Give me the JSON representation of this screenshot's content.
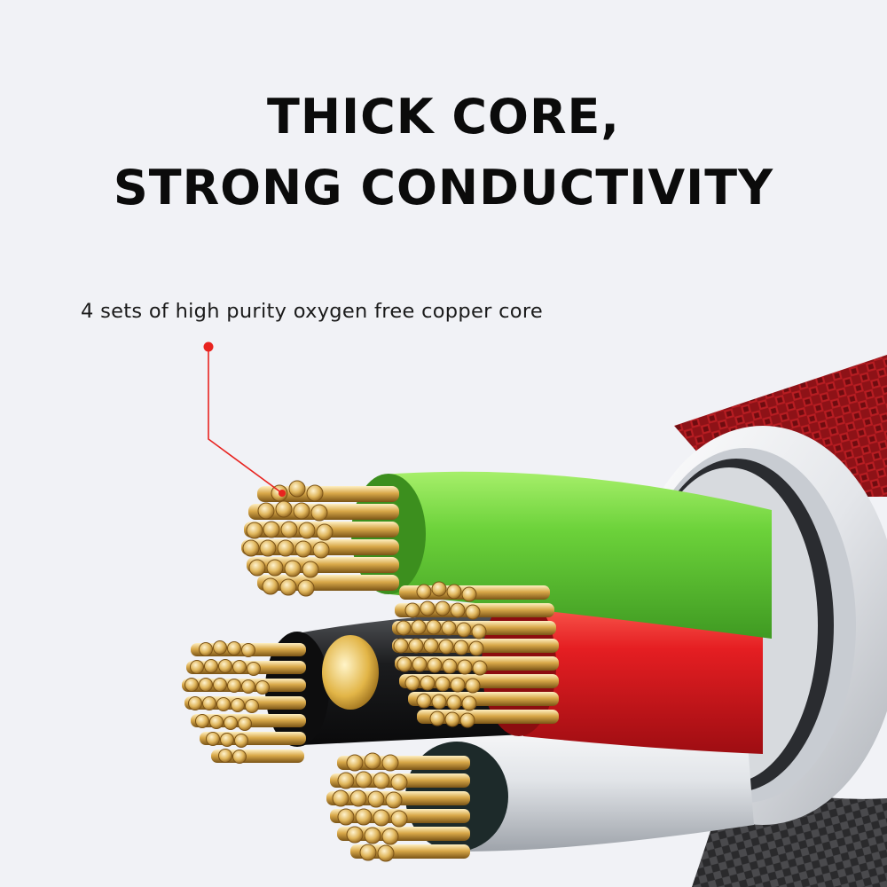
{
  "headline": {
    "line1": "THICK CORE,",
    "line2": "STRONG CONDUCTIVITY"
  },
  "callout": {
    "label": "4 sets of high purity oxygen free copper core"
  },
  "colors": {
    "background": "#f1f2f6",
    "headline_text": "#0b0b0b",
    "callout_marker": "#e8231f",
    "braid": "#a3161b",
    "green_insulation": "#6cd23a",
    "red_insulation": "#e51e22",
    "black_insulation": "#1b1c1e",
    "white_insulation": "#e9ebee",
    "copper": "#c99a3f"
  },
  "icons": {
    "callout_marker": "red-dot-leader-line"
  }
}
